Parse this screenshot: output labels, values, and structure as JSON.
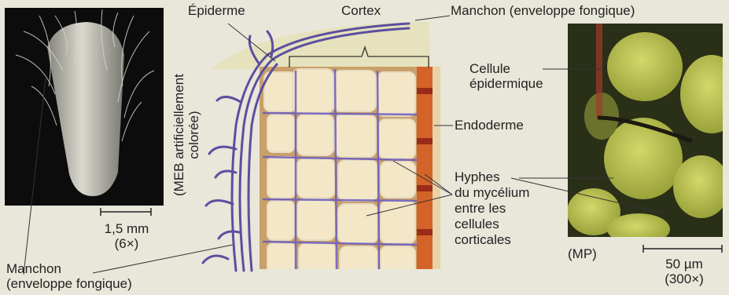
{
  "labels": {
    "epidermis": "Épiderme",
    "cortex": "Cortex",
    "mantle_top": "Manchon (enveloppe fongique)",
    "sem_line1": "(MEB artificiellement",
    "sem_line2": "colorée)",
    "sem_scale": "1,5 mm",
    "sem_mag": "(6×)",
    "mantle_bottom_line1": "Manchon",
    "mantle_bottom_line2": "(enveloppe fongique)",
    "epidermal_cell_line1": "Cellule",
    "epidermal_cell_line2": "épidermique",
    "endodermis": "Endoderme",
    "hyphae_line1": "Hyphes",
    "hyphae_line2": "du mycélium",
    "hyphae_line3": "entre les",
    "hyphae_line4": "cellules",
    "hyphae_line5": "corticales",
    "lm": "(MP)",
    "lm_scale": "50 µm",
    "lm_mag": "(300×)"
  },
  "colors": {
    "background": "#e9e6da",
    "hyphae": "#5a4fa0",
    "endodermis": "#c8541e",
    "cortex_cell": "#f3e7c8",
    "micrograph_bg": "#2a2f18",
    "micrograph_cell": "#b9c04a"
  }
}
